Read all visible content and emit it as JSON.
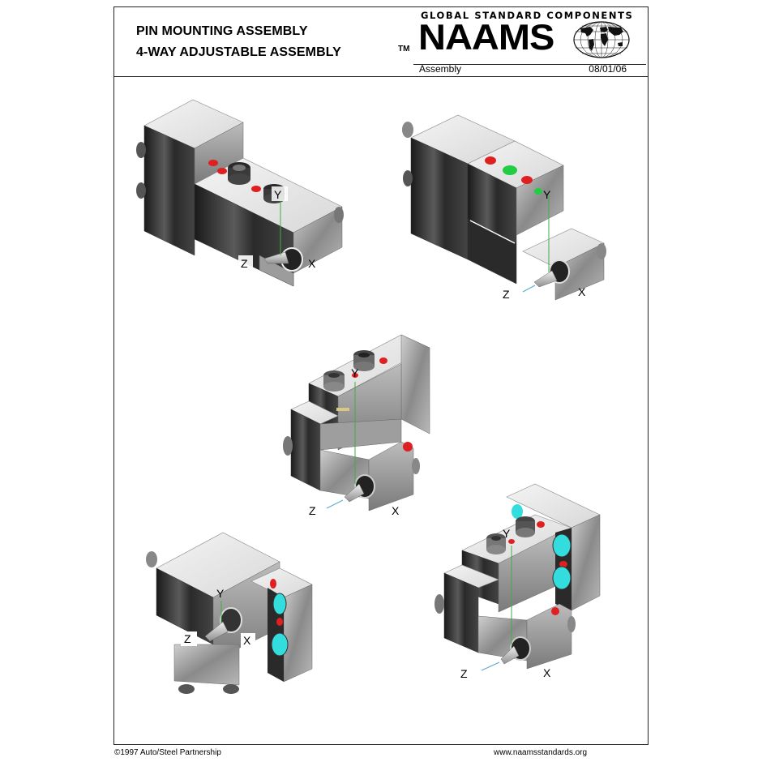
{
  "header": {
    "title_line1": "PIN MOUNTING ASSEMBLY",
    "title_line2": "4-WAY ADJUSTABLE ASSEMBLY",
    "logo": {
      "tagline": "GLOBAL STANDARD COMPONENTS",
      "trademark": "TM",
      "brand": "NAAMS",
      "icon": "globe-icon"
    },
    "doc_type": "Assembly",
    "date": "08/01/06"
  },
  "drawings": [
    {
      "id": "view-1",
      "axes": {
        "x": "X",
        "y": "Y",
        "z": "Z"
      },
      "dot_colors": [
        "#e02020",
        "#e02020",
        "#e02020"
      ]
    },
    {
      "id": "view-2",
      "axes": {
        "x": "X",
        "y": "Y",
        "z": "Z"
      },
      "dot_colors": [
        "#e02020",
        "#22cc44",
        "#e02020",
        "#22cc44"
      ]
    },
    {
      "id": "view-3",
      "axes": {
        "x": "X",
        "y": "Y",
        "z": "Z"
      },
      "dot_colors": [
        "#e02020",
        "#e02020",
        "#e02020"
      ]
    },
    {
      "id": "view-4",
      "axes": {
        "x": "X",
        "y": "Y",
        "z": "Z"
      },
      "dot_colors": [
        "#e02020",
        "#e02020",
        "#33dddd"
      ]
    },
    {
      "id": "view-5",
      "axes": {
        "x": "X",
        "y": "Y",
        "z": "Z"
      },
      "dot_colors": [
        "#e02020",
        "#e02020",
        "#33dddd"
      ]
    }
  ],
  "colors": {
    "frame": "#222222",
    "metal_light": "#e6e6e6",
    "metal_mid": "#9a9a9a",
    "metal_dark": "#2a2a2a",
    "red_marker": "#e02020",
    "green_marker": "#22cc44",
    "cyan_marker": "#33dddd"
  },
  "footer": {
    "copyright": "©1997  Auto/Steel  Partnership",
    "website": "www.naamsstandards.org"
  }
}
